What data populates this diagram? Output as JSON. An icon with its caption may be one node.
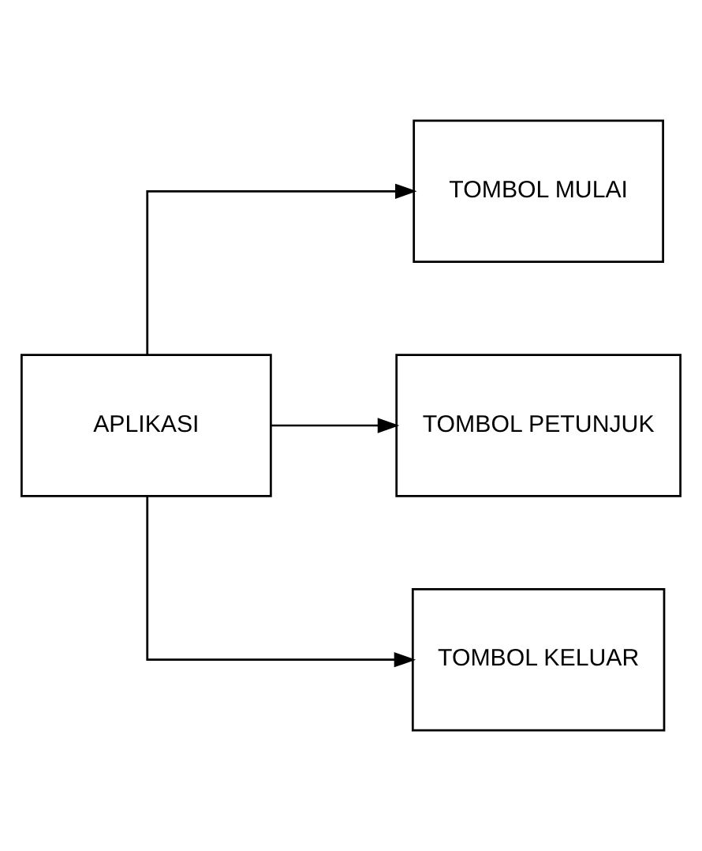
{
  "diagram": {
    "nodes": [
      {
        "text": [
          "APLIKASI"
        ]
      },
      {
        "text": [
          "TOMBOL MULAI"
        ]
      },
      {
        "text": [
          "TOMBOL PETUNJUK"
        ]
      },
      {
        "text": [
          "TOMBOL KELUAR"
        ]
      }
    ],
    "edges": [
      {
        "from": 0,
        "to": 1,
        "arrow": "to"
      },
      {
        "from": 0,
        "to": 2,
        "arrow": "to"
      },
      {
        "from": 0,
        "to": 3,
        "arrow": "to"
      }
    ]
  }
}
